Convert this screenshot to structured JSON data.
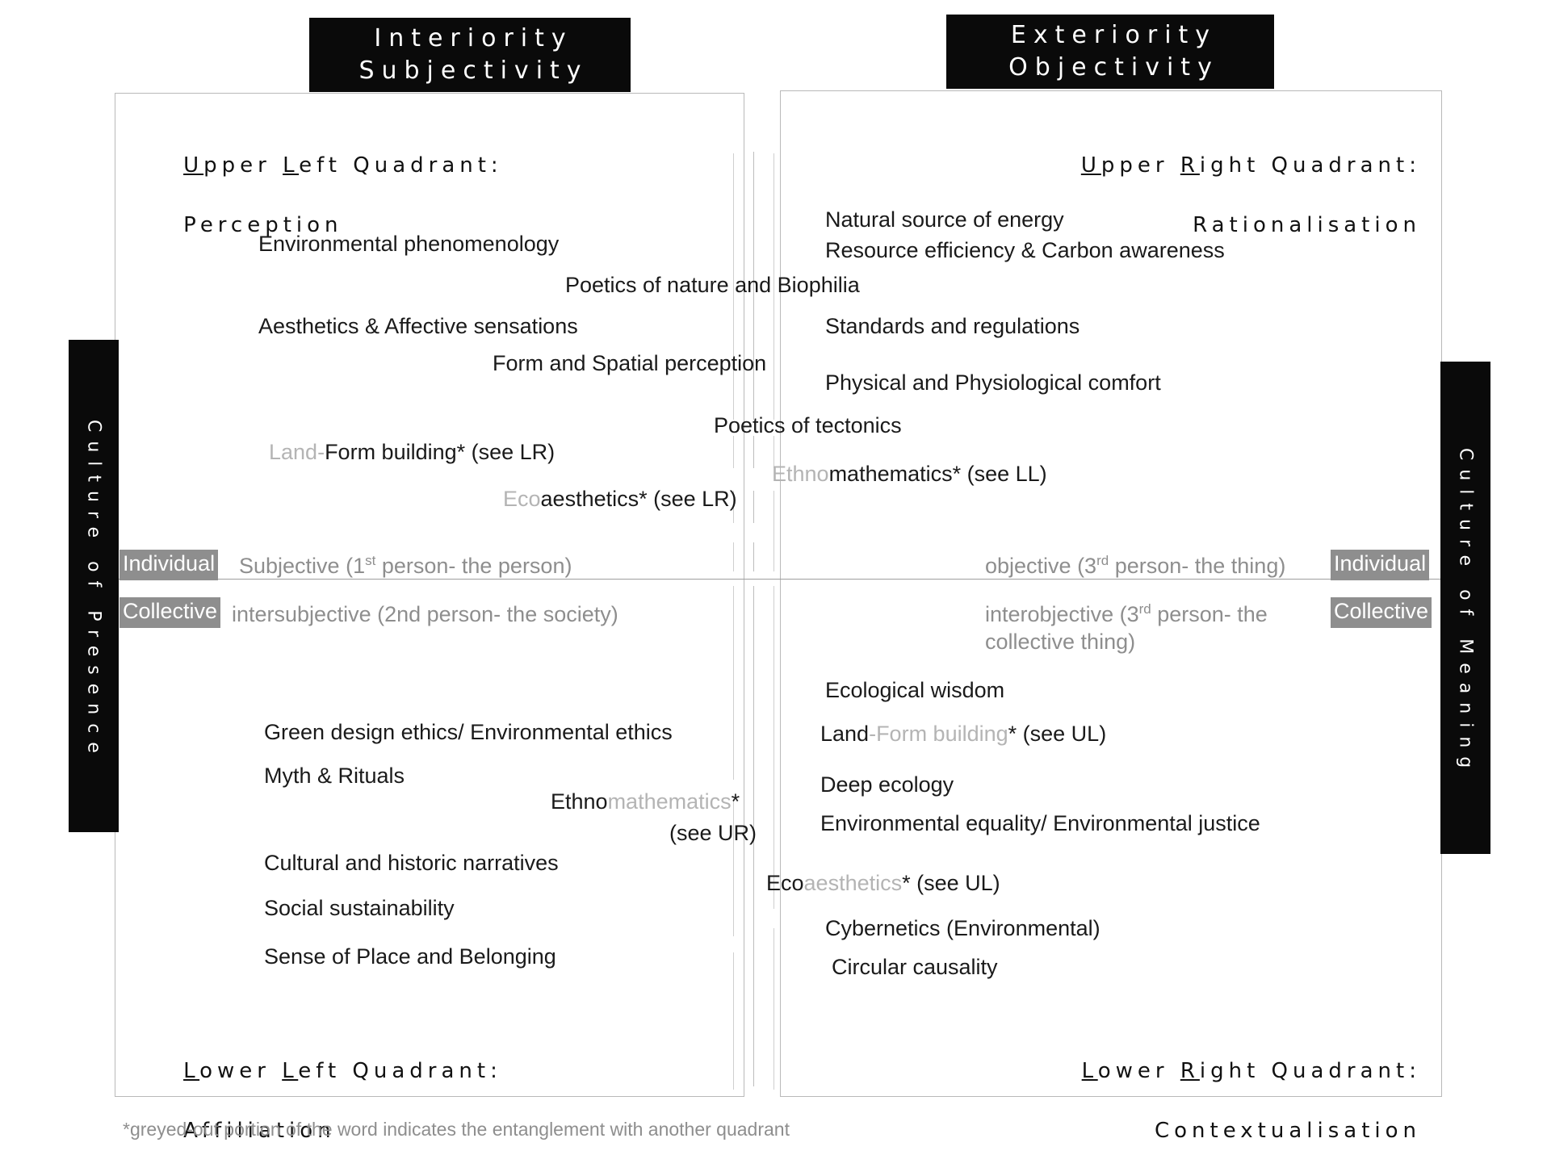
{
  "banners": {
    "left": {
      "line1": "Interiority",
      "line2": "Subjectivity"
    },
    "right": {
      "line1": "Exteriority",
      "line2": "Objectivity"
    }
  },
  "sidebars": {
    "left": {
      "label": "Culture of Presence"
    },
    "right": {
      "label": "Culture of Meaning"
    }
  },
  "quadrants": {
    "upper_left": {
      "title_line1_a": "U",
      "title_line1_b": "pper ",
      "title_line1_c": "L",
      "title_line1_d": "eft Quadrant:",
      "title_line2": "Perception",
      "items": [
        {
          "text": "Environmental phenomenology"
        },
        {
          "text": "Poetics of nature and Biophilia"
        },
        {
          "text": "Aesthetics & Affective sensations"
        },
        {
          "text": "Form and Spatial perception"
        },
        {
          "gray": "Land-",
          "black": "Form building* (see LR)"
        },
        {
          "gray": "Eco",
          "black": "aesthetics* (see LR)"
        }
      ]
    },
    "upper_right": {
      "title_line1_a": "U",
      "title_line1_b": "pper ",
      "title_line1_c": "R",
      "title_line1_d": "ight Quadrant:",
      "title_line2": "Rationalisation",
      "items": [
        {
          "text": "Natural source of energy"
        },
        {
          "text": "Resource efficiency & Carbon awareness"
        },
        {
          "text": "Standards and regulations"
        },
        {
          "text": "Physical and Physiological comfort"
        },
        {
          "text": "Poetics of tectonics"
        },
        {
          "gray": "Ethno",
          "black": "mathematics* (see LL)"
        }
      ]
    },
    "lower_left": {
      "title_line1_a": "L",
      "title_line1_b": "ower ",
      "title_line1_c": "L",
      "title_line1_d": "eft Quadrant:",
      "title_line2": "Affiliation",
      "items": [
        {
          "text": "Green design ethics/ Environmental ethics"
        },
        {
          "text": "Myth & Rituals"
        },
        {
          "black": "Ethno",
          "gray": "mathematics",
          "tail": "*"
        },
        {
          "text": "(see UR)"
        },
        {
          "text": "Cultural and historic narratives"
        },
        {
          "text": "Social sustainability"
        },
        {
          "text": "Sense of Place and Belonging"
        }
      ]
    },
    "lower_right": {
      "title_line1_a": "L",
      "title_line1_b": "ower ",
      "title_line1_c": "R",
      "title_line1_d": "ight Quadrant:",
      "title_line2": "Contextualisation",
      "items": [
        {
          "text": "Ecological wisdom"
        },
        {
          "black": "Land",
          "gray": "-Form building",
          "tail": "* (see UL)"
        },
        {
          "text": "Deep ecology"
        },
        {
          "text": "Environmental equality/ Environmental justice"
        },
        {
          "black2": "Eco",
          "gray2": "aesthetics",
          "tail2": "* (see UL)"
        },
        {
          "text": "Cybernetics (Environmental)"
        },
        {
          "text": "Circular causality"
        }
      ]
    }
  },
  "axis": {
    "left_individual_chip": "Individual",
    "left_collective_chip": "Collective",
    "right_individual_chip": "Individual",
    "right_collective_chip": "Collective",
    "left_individual_text_a": "Subjective (1",
    "left_individual_text_sup": "st",
    "left_individual_text_b": " person- the person)",
    "left_collective_text": "intersubjective (2nd person- the society)",
    "right_individual_text_a": "objective (3",
    "right_individual_text_sup": "rd",
    "right_individual_text_b": " person- the thing)",
    "right_collective_text_a": "interobjective (3",
    "right_collective_text_sup": "rd",
    "right_collective_text_b": " person- the",
    "right_collective_text_c": "collective thing)"
  },
  "footnote": "*greyed-out portion of the word indicates the entanglement with another quadrant",
  "colors": {
    "banner_bg": "#0a0a0a",
    "chip_bg": "#8e8e8e",
    "gray_text": "#b4b4b4",
    "axis_text": "#8e8e8e",
    "box_border": "#b9b9b9"
  }
}
